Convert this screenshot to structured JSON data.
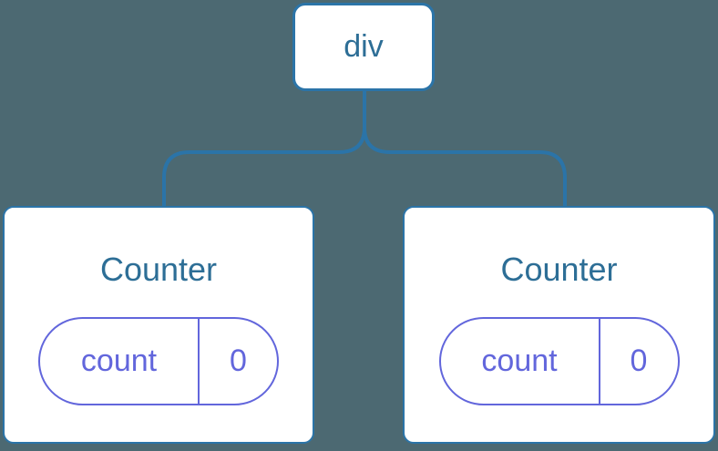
{
  "diagram": {
    "type": "component-tree",
    "colors": {
      "background": "#4C6972",
      "connector_blue": "#2B74A8",
      "node_fill": "#FFFFFF",
      "label_blue": "#2D6E96",
      "state_purple": "#6266DC"
    },
    "root": {
      "label": "div"
    },
    "children": [
      {
        "title": "Counter",
        "state": {
          "key": "count",
          "value": "0"
        }
      },
      {
        "title": "Counter",
        "state": {
          "key": "count",
          "value": "0"
        }
      }
    ]
  }
}
